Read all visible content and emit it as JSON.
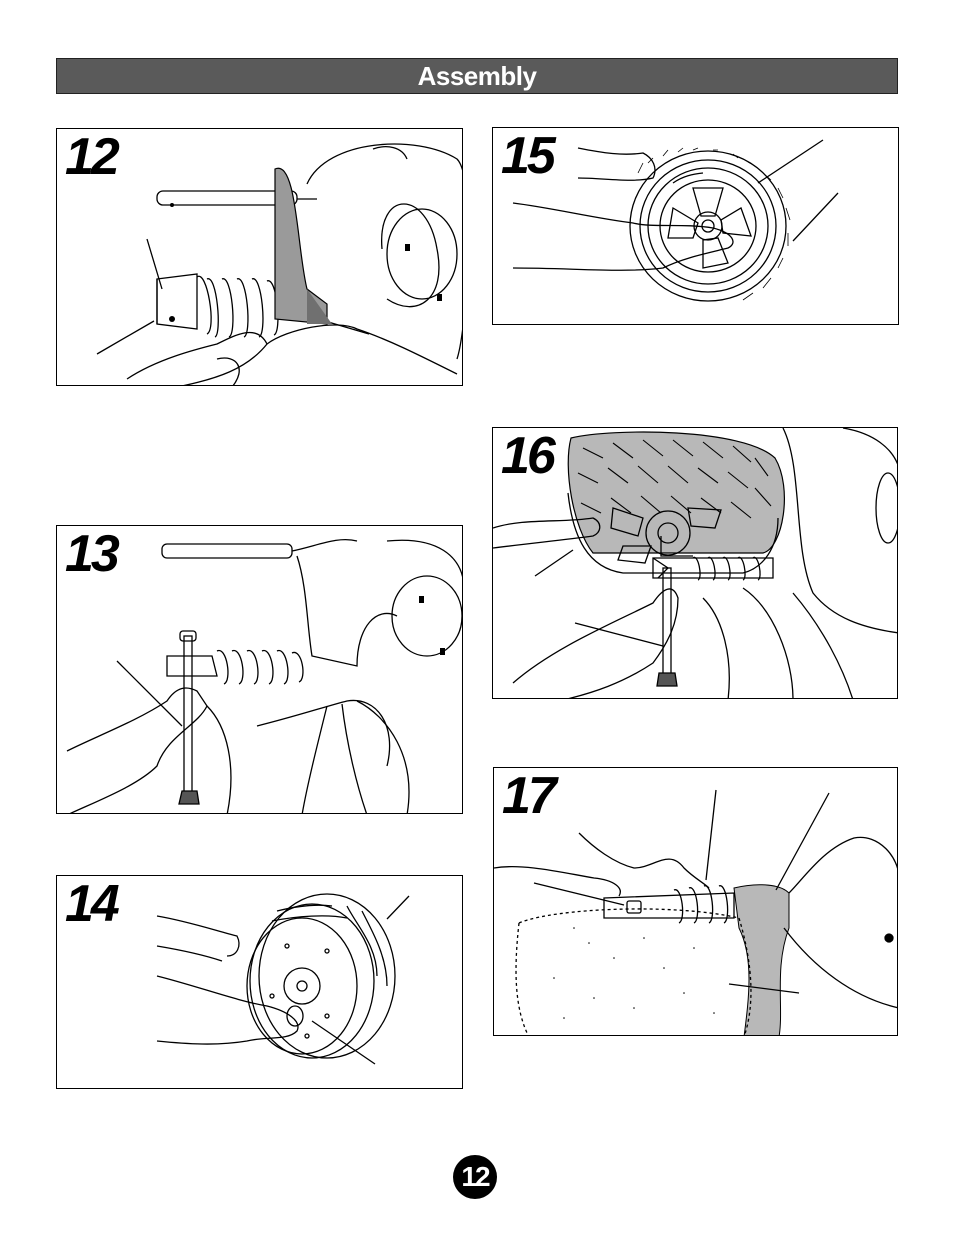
{
  "header": {
    "title": "Assembly"
  },
  "steps": [
    {
      "number": "12",
      "illustration": "rear-axle-bellows"
    },
    {
      "number": "13",
      "illustration": "insert-axle-bolt"
    },
    {
      "number": "14",
      "illustration": "wheel-hub-cap"
    },
    {
      "number": "15",
      "illustration": "wheel-tire-mount"
    },
    {
      "number": "16",
      "illustration": "wheel-on-axle"
    },
    {
      "number": "17",
      "illustration": "axle-cover-fit"
    }
  ],
  "page": {
    "number": "12"
  },
  "colors": {
    "header_bg": "#5a5a5a",
    "tire_grey": "#b8b8b8",
    "line": "#000000"
  }
}
